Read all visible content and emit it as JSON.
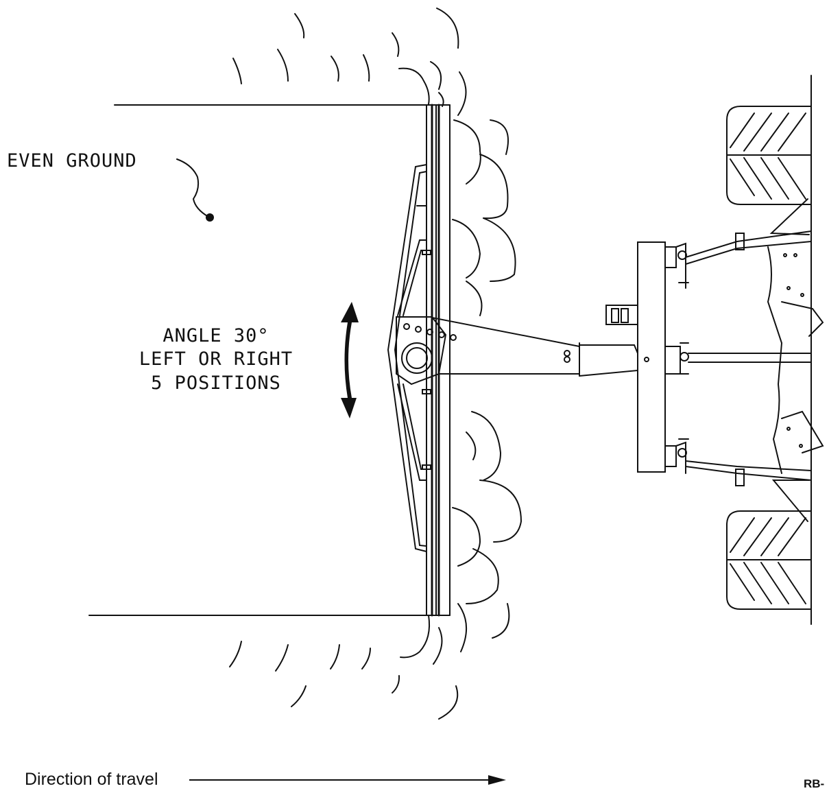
{
  "labels": {
    "ground": "EVEN GROUND",
    "angle_line1": "ANGLE 30°",
    "angle_line2": "LEFT OR RIGHT",
    "angle_line3": "5 POSITIONS",
    "travel": "Direction of travel",
    "figure_code": "RB-"
  },
  "colors": {
    "line": "#111111",
    "background": "#ffffff"
  },
  "icons": {
    "angle_indicator": "double-headed-curved-arrow-icon",
    "travel_arrow": "arrow-right-icon"
  }
}
